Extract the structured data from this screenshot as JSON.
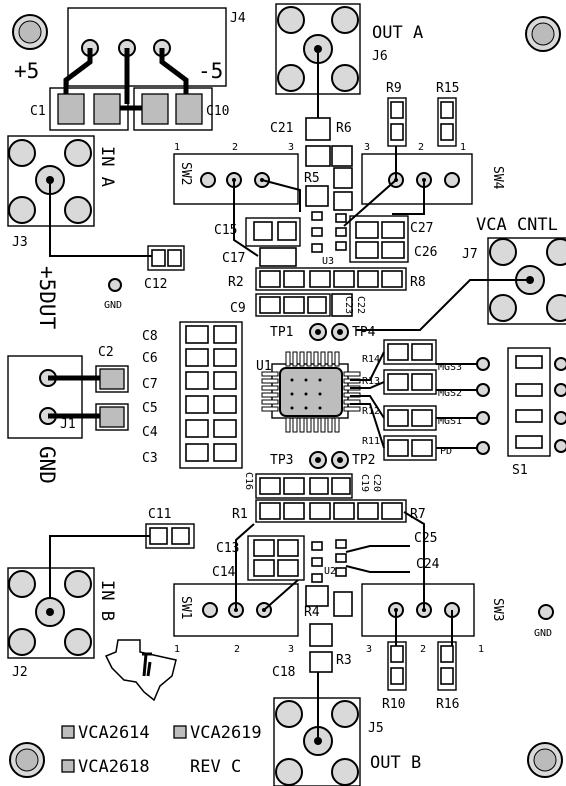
{
  "labels": {
    "j4": "J4",
    "j6": "J6",
    "out_a": "OUT A",
    "plus5": "+5",
    "minus5": "-5",
    "c1": "C1",
    "c10": "C10",
    "c21": "C21",
    "r6": "R6",
    "r9": "R9",
    "r15": "R15",
    "in_a": "IN A",
    "sw2": "SW2",
    "sw4": "SW4",
    "r5": "R5",
    "c15": "C15",
    "c17": "C17",
    "c27": "C27",
    "c26": "C26",
    "u3": "U3",
    "j3": "J3",
    "c12": "C12",
    "r2": "R2",
    "r8": "R8",
    "vca_cntl": "VCA CNTL",
    "j7": "J7",
    "gnd_top": "GND",
    "plus5dut": "+5DUT",
    "c9": "C9",
    "c23": "C23",
    "c22": "C22",
    "tp1": "TP1",
    "tp4": "TP4",
    "c8": "C8",
    "c6": "C6",
    "c7": "C7",
    "c5": "C5",
    "c4": "C4",
    "c3": "C3",
    "c2": "C2",
    "u1": "U1",
    "r14": "R14",
    "mgs3": "MGS3",
    "r13": "R13",
    "mgs2": "MGS2",
    "r12": "R12",
    "mgs1": "MGS1",
    "r11": "R11",
    "pd": "PD",
    "j1": "J1",
    "gnd_left": "GND",
    "tp3": "TP3",
    "tp2": "TP2",
    "s1": "S1",
    "c16": "C16",
    "c19": "C19",
    "c20": "C20",
    "c11": "C11",
    "r1": "R1",
    "r7": "R7",
    "c13": "C13",
    "c25": "C25",
    "c14": "C14",
    "c24": "C24",
    "u2": "U2",
    "in_b": "IN B",
    "sw1": "SW1",
    "sw3": "SW3",
    "r4": "R4",
    "gnd_right": "GND",
    "j2": "J2",
    "r3": "R3",
    "c18": "C18",
    "r10": "R10",
    "r16": "R16",
    "j5": "J5",
    "out_b": "OUT B",
    "vca2614": "VCA2614",
    "vca2619": "VCA2619",
    "vca2618": "VCA2618",
    "rev_c": "REV C",
    "sw2_p1": "1",
    "sw2_p2": "2",
    "sw2_p3": "3",
    "sw4_p3": "3",
    "sw4_p2": "2",
    "sw4_p1": "1",
    "sw1_p1": "1",
    "sw1_p2": "2",
    "sw1_p3": "3",
    "sw3_p3": "3",
    "sw3_p2": "2",
    "sw3_p1": "1"
  },
  "colors": {
    "ink": "#000000",
    "board": "#ffffff",
    "pad_fill": "#bdbdbd"
  },
  "icons": {
    "texas_logo": "texas-outline-ti-logo-icon",
    "mount_hole": "mounting-hole-icon"
  }
}
